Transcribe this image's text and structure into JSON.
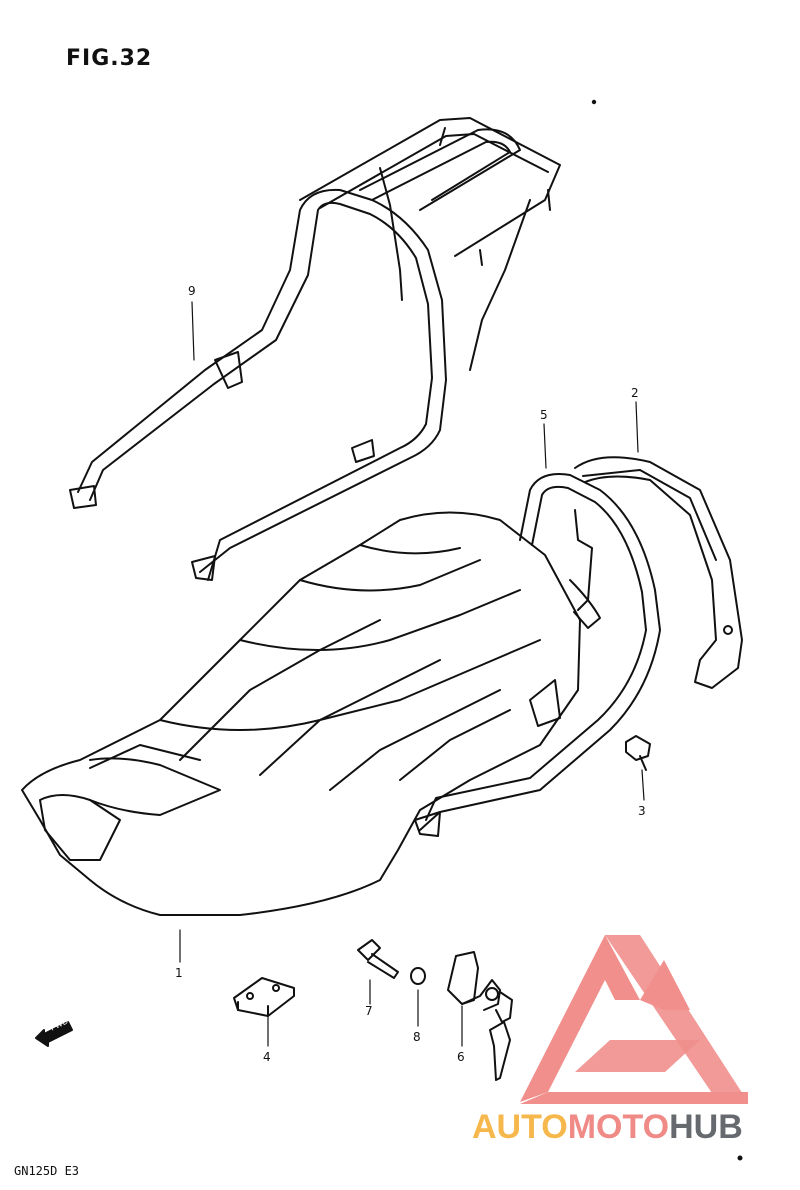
{
  "figure": {
    "title": "FIG.32",
    "model_code": "GN125D  E3"
  },
  "callouts": [
    {
      "id": "1",
      "label": "1"
    },
    {
      "id": "2",
      "label": "2"
    },
    {
      "id": "3",
      "label": "3"
    },
    {
      "id": "4",
      "label": "4"
    },
    {
      "id": "5",
      "label": "5"
    },
    {
      "id": "6",
      "label": "6"
    },
    {
      "id": "7",
      "label": "7"
    },
    {
      "id": "8",
      "label": "8"
    },
    {
      "id": "9",
      "label": "9"
    }
  ],
  "direction_marker": {
    "text": "FWD"
  },
  "watermark": {
    "part1": "AUTO",
    "part2": "MOTO",
    "part3": "HUB",
    "colors": {
      "auto": "#f6b74c",
      "moto": "#f08a86",
      "hub": "#666a6e",
      "logo": "#f08a86"
    }
  }
}
